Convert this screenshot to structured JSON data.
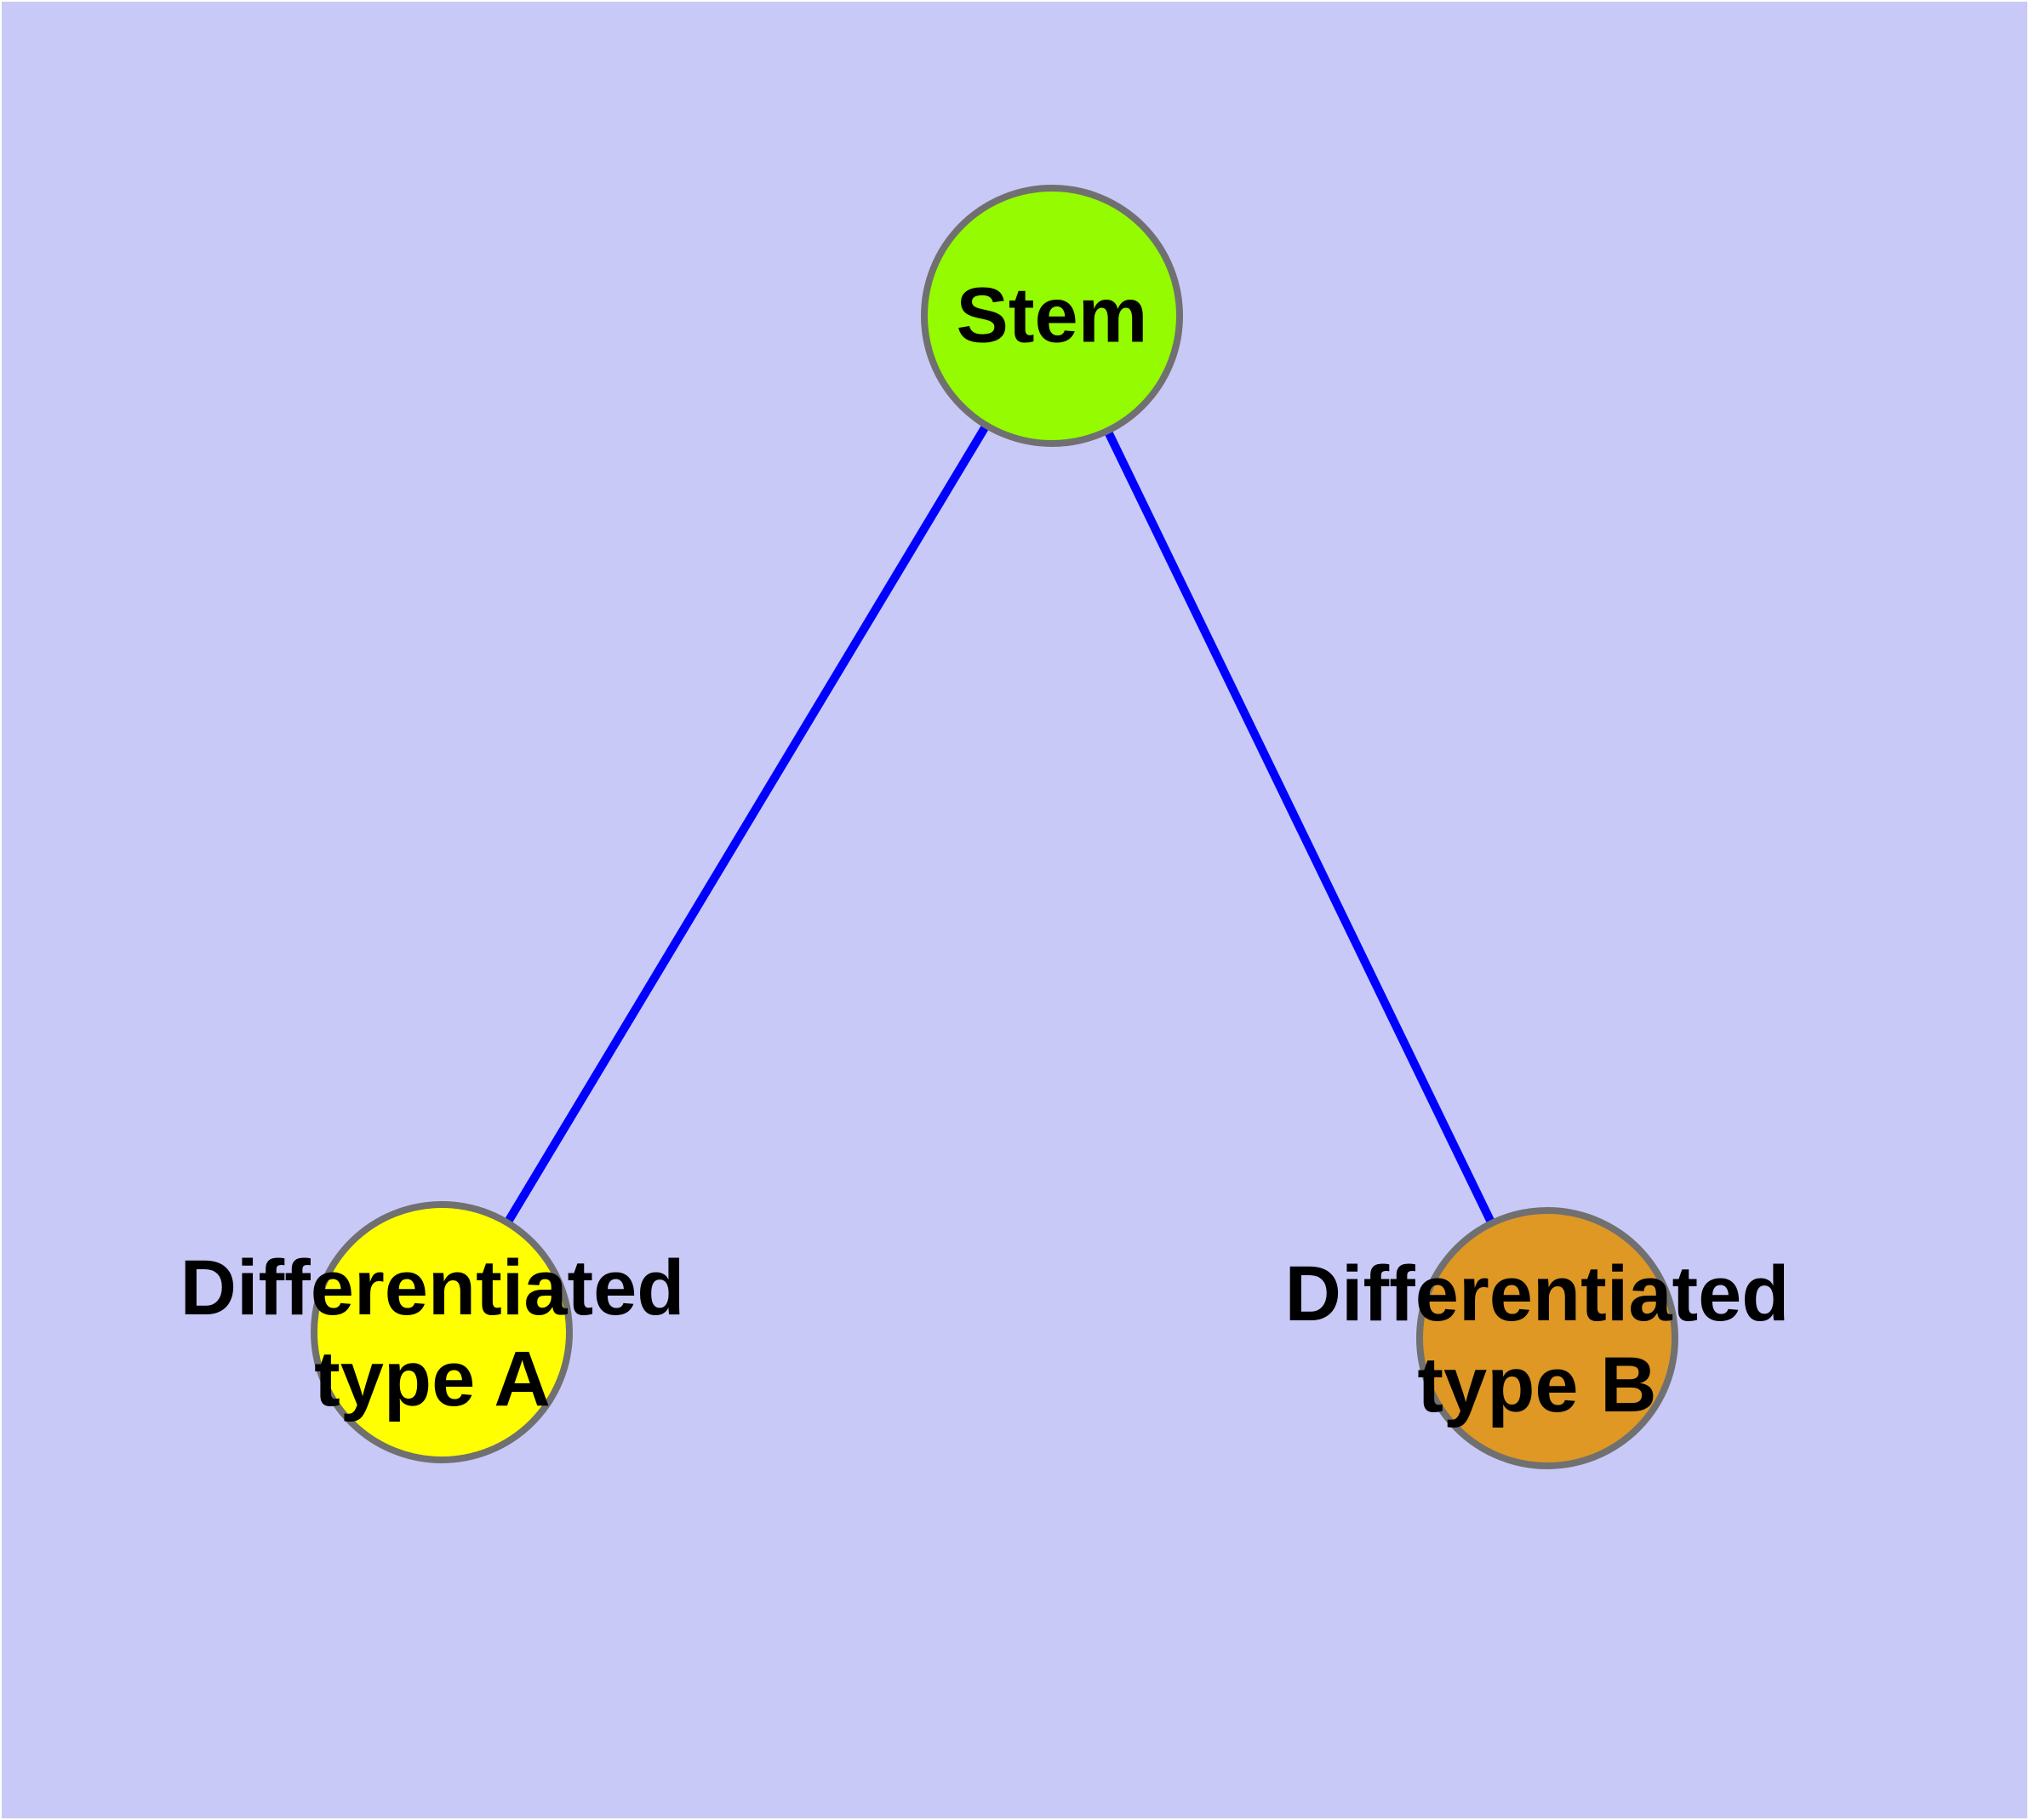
{
  "diagram": {
    "type": "graph",
    "description": "Stem cell differentiation tree: one stem node connected to two differentiated cell type nodes",
    "background_color": "#C9C9F8",
    "edge_color": "#0000FF",
    "node_border_color": "#707070",
    "label_color": "#000000",
    "nodes": [
      {
        "id": "stem",
        "label": "Stem",
        "color": "#94FB00"
      },
      {
        "id": "diff-a",
        "label": "Differentiated\ntype A",
        "color": "#FFFF00"
      },
      {
        "id": "diff-b",
        "label": "Differentiated\ntype B",
        "color": "#DF9824"
      }
    ],
    "edges": [
      {
        "from": "Stem",
        "to": "Differentiated type A"
      },
      {
        "from": "Stem",
        "to": "Differentiated type B"
      }
    ]
  }
}
